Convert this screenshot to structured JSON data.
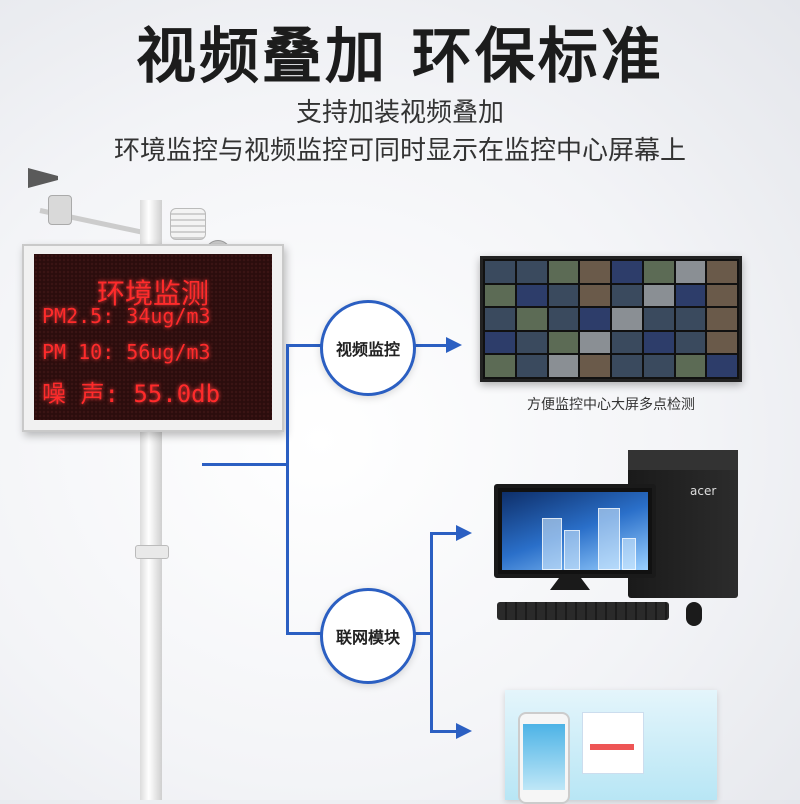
{
  "header": {
    "title": "视频叠加 环保标准",
    "subtitle_line1": "支持加装视频叠加",
    "subtitle_line2": "环境监控与视频监控可同时显示在监控中心屏幕上"
  },
  "led_board": {
    "title": "环境监测",
    "row1": "PM2.5: 34ug/m3",
    "row2": "PM 10: 56ug/m3",
    "row3": "噪 声: 55.0db"
  },
  "nodes": {
    "video_monitor": "视频监控",
    "network_module": "联网模块"
  },
  "video_wall": {
    "caption": "方便监控中心大屏多点检测"
  },
  "computer": {
    "brand": "acer"
  },
  "colors": {
    "accent": "#2b5fc2",
    "led": "#ff2b2b"
  },
  "icons": [
    "weather-vane-icon",
    "sensor-icon",
    "monitor-icon",
    "tower-pc-icon",
    "phone-icon"
  ]
}
